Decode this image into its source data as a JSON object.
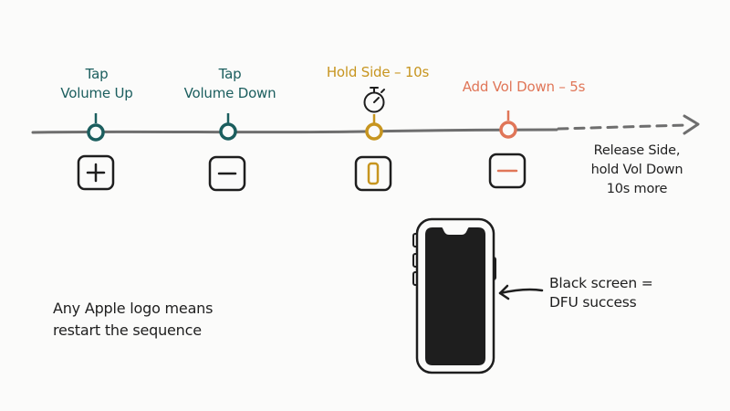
{
  "colors": {
    "background": "#fbfbfa",
    "timeline": "#6e6e6e",
    "ink": "#1e1e1e",
    "teal": "#1b5e5e",
    "gold": "#c7951f",
    "coral": "#e07658"
  },
  "steps": [
    {
      "label_lines": [
        "Tap",
        "Volume Up"
      ],
      "color": "#1b5e5e",
      "icon": "plus-icon"
    },
    {
      "label_lines": [
        "Tap",
        "Volume Down"
      ],
      "color": "#1b5e5e",
      "icon": "minus-icon"
    },
    {
      "label_lines": [
        "Hold Side – 10s"
      ],
      "color": "#c7951f",
      "icon": "side-button-icon",
      "extra_icon": "stopwatch-icon"
    },
    {
      "label_lines": [
        "Add Vol Down – 5s"
      ],
      "color": "#e07658",
      "icon": "minus-icon"
    }
  ],
  "release_note": [
    "Release Side,",
    "hold Vol Down",
    "10s more"
  ],
  "restart_note": [
    "Any Apple logo means",
    "restart the sequence"
  ],
  "dfu_note": [
    "Black screen =",
    "DFU success"
  ],
  "icons": {
    "phone": "iphone-icon",
    "arrow": "curved-arrow-icon"
  }
}
